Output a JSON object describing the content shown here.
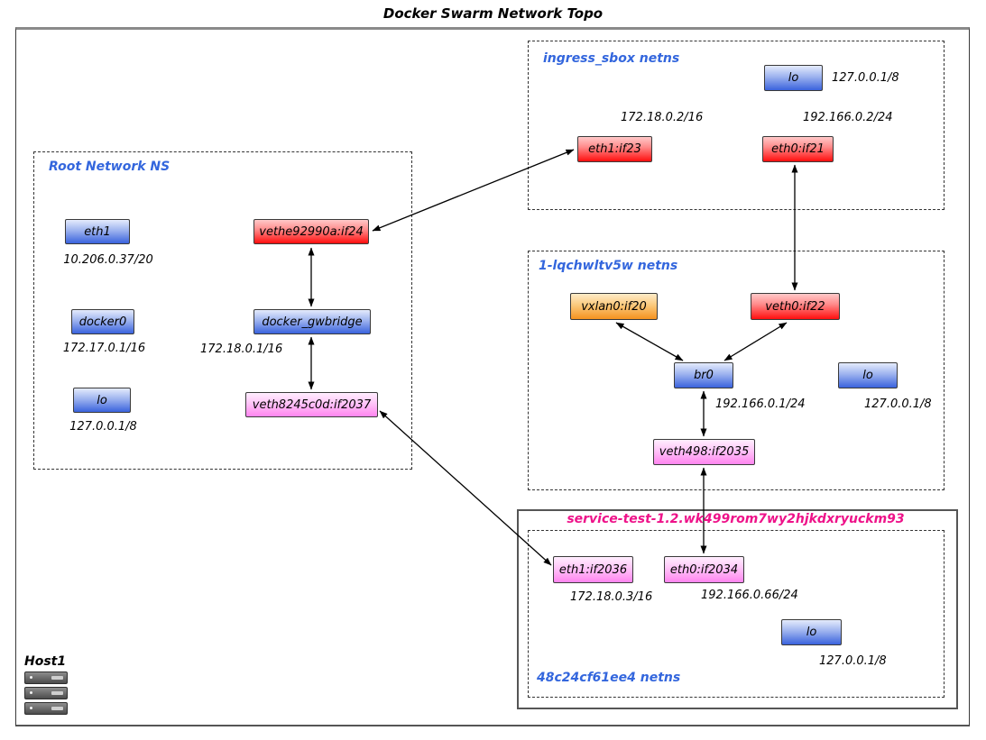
{
  "title": "Docker Swarm Network Topo",
  "host": {
    "label": "Host1",
    "icon": "server-stack-icon"
  },
  "namespaces": {
    "root": {
      "title": "Root Network NS"
    },
    "ingress": {
      "title": "ingress_sbox netns"
    },
    "overlay": {
      "title": "1-lqchwltv5w netns"
    },
    "container": {
      "title": "48c24cf61ee4 netns"
    }
  },
  "service": {
    "title": "service-test-1.2.wk499rom7wy2hjkdxryuckm93"
  },
  "nodes": {
    "root_eth1": {
      "label": "eth1",
      "ip": "10.206.0.37/20",
      "color": "blue"
    },
    "root_docker0": {
      "label": "docker0",
      "ip": "172.17.0.1/16",
      "color": "blue"
    },
    "root_lo": {
      "label": "lo",
      "ip": "127.0.0.1/8",
      "color": "blue"
    },
    "root_veth_if24": {
      "label": "vethe92990a:if24",
      "color": "red"
    },
    "root_gwbridge": {
      "label": "docker_gwbridge",
      "ip": "172.18.0.1/16",
      "color": "blue"
    },
    "root_veth_if2037": {
      "label": "veth8245c0d:if2037",
      "color": "pink"
    },
    "ingress_lo": {
      "label": "lo",
      "ip": "127.0.0.1/8",
      "color": "blue"
    },
    "ingress_eth1": {
      "label": "eth1:if23",
      "ip": "172.18.0.2/16",
      "color": "red"
    },
    "ingress_eth0": {
      "label": "eth0:if21",
      "ip": "192.166.0.2/24",
      "color": "red"
    },
    "ovl_vxlan0": {
      "label": "vxlan0:if20",
      "color": "orange"
    },
    "ovl_veth0": {
      "label": "veth0:if22",
      "color": "red"
    },
    "ovl_br0": {
      "label": "br0",
      "ip": "192.166.0.1/24",
      "color": "blue"
    },
    "ovl_lo": {
      "label": "lo",
      "ip": "127.0.0.1/8",
      "color": "blue"
    },
    "ovl_veth498": {
      "label": "veth498:if2035",
      "color": "pink"
    },
    "svc_eth1": {
      "label": "eth1:if2036",
      "ip": "172.18.0.3/16",
      "color": "pink"
    },
    "svc_eth0": {
      "label": "eth0:if2034",
      "ip": "192.166.0.66/24",
      "color": "pink"
    },
    "svc_lo": {
      "label": "lo",
      "ip": "127.0.0.1/8",
      "color": "blue"
    }
  },
  "edges": [
    {
      "from": "vethe92990a:if24",
      "to": "eth1:if23",
      "bidirectional": true
    },
    {
      "from": "vethe92990a:if24",
      "to": "docker_gwbridge",
      "bidirectional": true
    },
    {
      "from": "docker_gwbridge",
      "to": "veth8245c0d:if2037",
      "bidirectional": true
    },
    {
      "from": "veth8245c0d:if2037",
      "to": "eth1:if2036",
      "bidirectional": true
    },
    {
      "from": "eth0:if21",
      "to": "veth0:if22",
      "bidirectional": true
    },
    {
      "from": "vxlan0:if20",
      "to": "br0",
      "bidirectional": true
    },
    {
      "from": "veth0:if22",
      "to": "br0",
      "bidirectional": true
    },
    {
      "from": "br0",
      "to": "veth498:if2035",
      "bidirectional": true
    },
    {
      "from": "veth498:if2035",
      "to": "eth0:if2034",
      "bidirectional": true
    }
  ],
  "colors": {
    "blue_node": "#3a63dd",
    "red_node": "#ff0e0e",
    "orange_node": "#f5921f",
    "pink_node": "#ff85ef",
    "ns_title": "#3366dd",
    "service_title": "#ee1289",
    "edge": "#000000"
  }
}
